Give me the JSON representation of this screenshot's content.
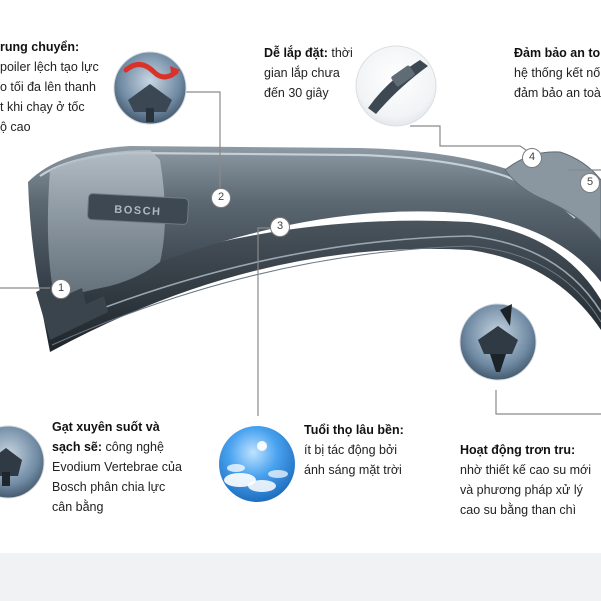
{
  "features": [
    {
      "id": "aero",
      "title": "rung chuyển:",
      "lines": [
        "poiler lệch tạo lực",
        "o tối đa lên thanh",
        "t khi chạy ở tốc",
        "ộ cao"
      ]
    },
    {
      "id": "install",
      "title": "Dễ lắp đặt:",
      "title_rest": " thời",
      "lines": [
        "gian lắp chưa",
        "đến 30 giây"
      ]
    },
    {
      "id": "safety",
      "title": "Đảm bảo an to",
      "lines": [
        "hệ thống kết nố",
        "đảm bảo an toà"
      ]
    },
    {
      "id": "wipe",
      "title": "Gạt xuyên suốt và",
      "lines_first_bold": "sạch sẽ:",
      "lines_first_rest": " công nghệ",
      "lines": [
        "Evodium Vertebrae của",
        "Bosch phân chia lực",
        "cân bằng"
      ]
    },
    {
      "id": "durable",
      "title": "Tuổi thọ lâu bền:",
      "lines": [
        "ít bị tác động bởi",
        "ánh sáng mặt trời"
      ]
    },
    {
      "id": "smooth",
      "title": "Hoạt động trơn tru:",
      "lines": [
        "nhờ thiết kế cao su mới",
        "và phương pháp xử lý",
        "cao su bằng than chì"
      ]
    }
  ],
  "callouts": [
    "1",
    "2",
    "3",
    "4",
    "5"
  ],
  "brand_text": "BOSCH",
  "icons": [
    "airflow-icon",
    "connector-icon",
    "blade-section-icon",
    "rubber-lip-icon",
    "sky-sun-icon"
  ],
  "colors": {
    "blade_dark": "#2f3a45",
    "blade_mid": "#55616c",
    "blade_light": "#8d99a3",
    "sky_blue": "#2c86d9",
    "accent_red": "#d8332a",
    "leader_line": "#8a8a8a"
  }
}
